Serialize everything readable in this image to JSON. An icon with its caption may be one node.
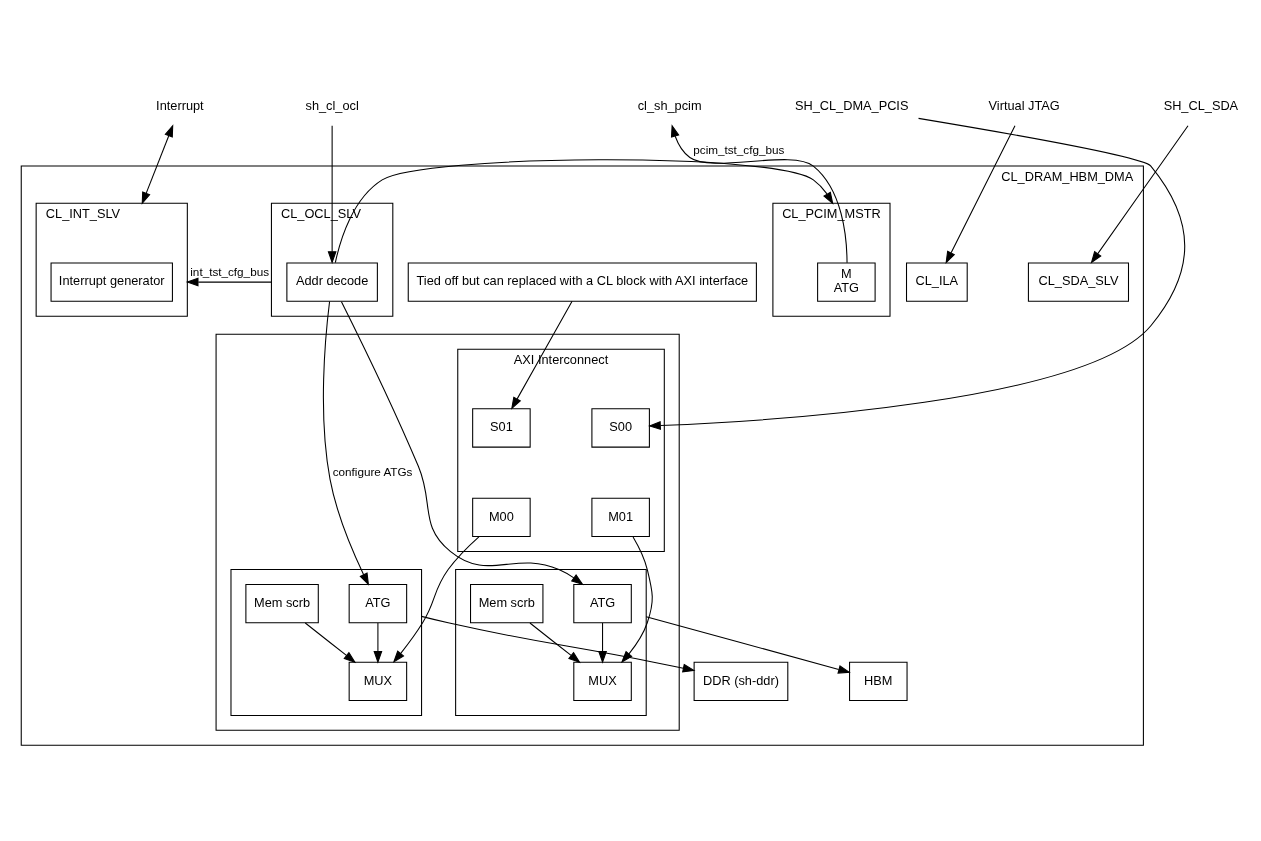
{
  "diagram": {
    "nodes": [
      {
        "text": [
          "Interrupt"
        ]
      },
      {
        "text": [
          "sh_cl_ocl"
        ]
      },
      {
        "text": [
          "cl_sh_pcim"
        ]
      },
      {
        "text": [
          "SH_CL_DMA_PCIS"
        ]
      },
      {
        "text": [
          "Virtual JTAG"
        ]
      },
      {
        "text": [
          "SH_CL_SDA"
        ]
      },
      {
        "text": [
          "CL_DRAM_HBM_DMA"
        ]
      },
      {
        "text": [
          "CL_INT_SLV"
        ],
        "in": 6
      },
      {
        "text": [
          "Interrupt generator"
        ],
        "in": 7
      },
      {
        "text": [
          "CL_OCL_SLV"
        ],
        "in": 6
      },
      {
        "text": [
          "Addr decode"
        ],
        "in": 9
      },
      {
        "text": [
          "CL_PCIM_MSTR"
        ],
        "in": 6
      },
      {
        "text": [
          "M",
          "ATG"
        ],
        "in": 11
      },
      {
        "text": [
          "Tied off but can replaced with a CL block with AXI interface"
        ],
        "in": 6
      },
      {
        "text": [
          "CL_ILA"
        ],
        "in": 6
      },
      {
        "text": [
          "CL_SDA_SLV"
        ],
        "in": 6
      },
      {
        "text": [],
        "shape": "box",
        "in": 6
      },
      {
        "text": [
          "AXI Interconnect"
        ],
        "in": 16
      },
      {
        "text": [
          "S00"
        ],
        "in": 17
      },
      {
        "text": [
          "S01"
        ],
        "in": 17
      },
      {
        "text": [
          "M00"
        ],
        "in": 17
      },
      {
        "text": [
          "M01"
        ],
        "in": 17
      },
      {
        "text": [],
        "shape": "box",
        "in": 16
      },
      {
        "text": [
          "ATG"
        ],
        "in": 22
      },
      {
        "text": [
          "Mem scrb"
        ],
        "in": 22
      },
      {
        "text": [
          "MUX"
        ],
        "in": 22
      },
      {
        "text": [],
        "shape": "box",
        "in": 16
      },
      {
        "text": [
          "ATG"
        ],
        "in": 26
      },
      {
        "text": [
          "Mem scrb"
        ],
        "in": 26
      },
      {
        "text": [
          "MUX"
        ],
        "in": 26
      },
      {
        "text": [
          "DDR (sh-ddr)"
        ],
        "in": 6
      },
      {
        "text": [
          "HBM"
        ],
        "in": 6
      }
    ],
    "edges": [
      {
        "from": 0,
        "to": 7,
        "arrow": "both"
      },
      {
        "from": 1,
        "to": 10,
        "arrow": "to"
      },
      {
        "from": 12,
        "to": 2,
        "arrow": "to"
      },
      {
        "from": 9,
        "to": 7,
        "arrow": "to",
        "label": "int_tst_cfg_bus"
      },
      {
        "from": 10,
        "to": 11,
        "arrow": "to",
        "label": "pcim_tst_cfg_bus"
      },
      {
        "from": 3,
        "to": 18,
        "arrow": "to"
      },
      {
        "from": 4,
        "to": 14,
        "arrow": "to"
      },
      {
        "from": 5,
        "to": 15,
        "arrow": "to"
      },
      {
        "from": 13,
        "to": 19,
        "arrow": "to"
      },
      {
        "from": 10,
        "to": 23,
        "arrow": "to",
        "label": "configure ATGs"
      },
      {
        "from": 10,
        "to": 27,
        "arrow": "to"
      },
      {
        "from": 20,
        "to": 25,
        "arrow": "to"
      },
      {
        "from": 21,
        "to": 29,
        "arrow": "to"
      },
      {
        "from": 23,
        "to": 25,
        "arrow": "to"
      },
      {
        "from": 24,
        "to": 25,
        "arrow": "to"
      },
      {
        "from": 27,
        "to": 29,
        "arrow": "to"
      },
      {
        "from": 28,
        "to": 29,
        "arrow": "to"
      },
      {
        "from": 22,
        "to": 30,
        "arrow": "to"
      },
      {
        "from": 26,
        "to": 31,
        "arrow": "to"
      }
    ]
  }
}
